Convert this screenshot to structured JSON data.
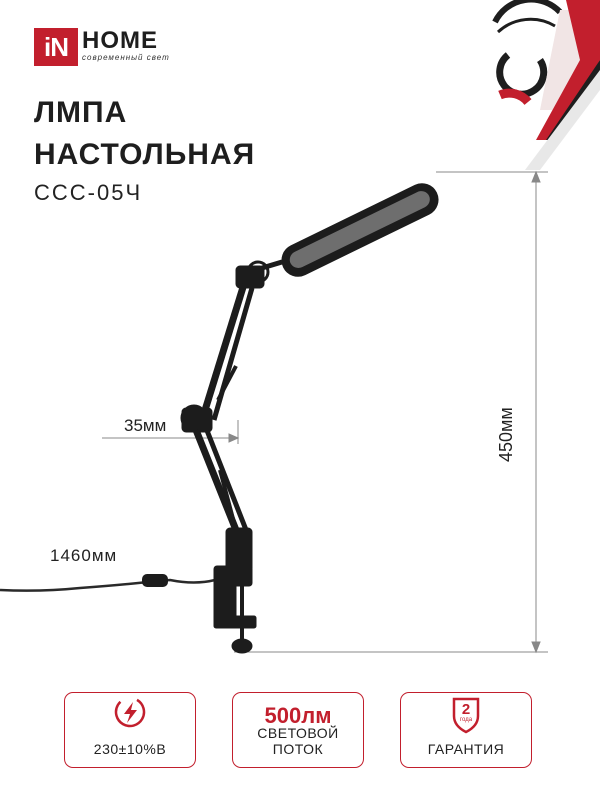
{
  "brand": {
    "logo_in": "iN",
    "logo_home": "HOME",
    "tagline": "современный свет"
  },
  "product": {
    "title_line1": "ЛМПА",
    "title_line2": "НАСТОЛЬНАЯ",
    "model": "ССС-05Ч"
  },
  "dimensions": {
    "height": "450мм",
    "offset": "35мм",
    "cord": "1460мм"
  },
  "badges": [
    {
      "icon": "lightning-icon",
      "label": "230±10%В"
    },
    {
      "value": "500лм",
      "label": "СВЕТОВОЙ ПОТОК"
    },
    {
      "icon": "shield-icon",
      "icon_text": "2",
      "icon_subtext": "года",
      "label": "ГАРАНТИЯ"
    }
  ],
  "colors": {
    "accent": "#c21f2d",
    "lamp": "#1c1c1c",
    "text": "#222222"
  }
}
